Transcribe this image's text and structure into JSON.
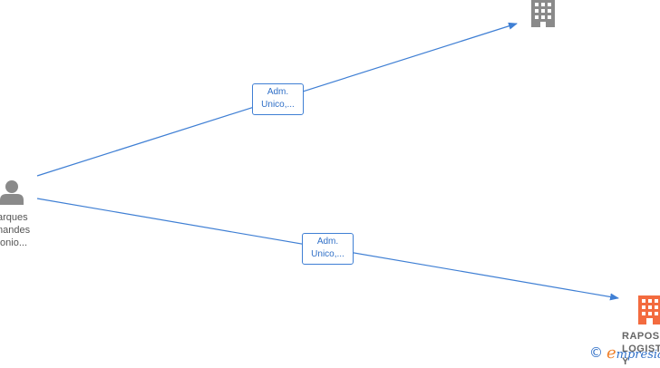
{
  "colors": {
    "edge": "#3f7fd4",
    "person_icon": "#8a8a8a",
    "company_icon_top": "#8a8a8a",
    "company_icon_bottom": "#f36b3f",
    "accent": "#2f6fc7"
  },
  "nodes": {
    "person": {
      "icon": "person-icon",
      "label_lines": [
        "arques",
        "nandes",
        "tonio..."
      ]
    },
    "company_top": {
      "icon": "building-icon"
    },
    "company_bottom": {
      "icon": "building-icon",
      "label_lines": [
        "RAPOS",
        "LOGIST",
        "Y"
      ]
    }
  },
  "edges": [
    {
      "from": "person",
      "to": "company_top",
      "label_lines": [
        "Adm.",
        "Unico,..."
      ]
    },
    {
      "from": "person",
      "to": "company_bottom",
      "label_lines": [
        "Adm.",
        "Unico,..."
      ]
    }
  ],
  "watermark": {
    "icon": "copyright-icon",
    "copyright": "©",
    "brand_first_letter": "e",
    "brand_rest": "mpresia"
  }
}
